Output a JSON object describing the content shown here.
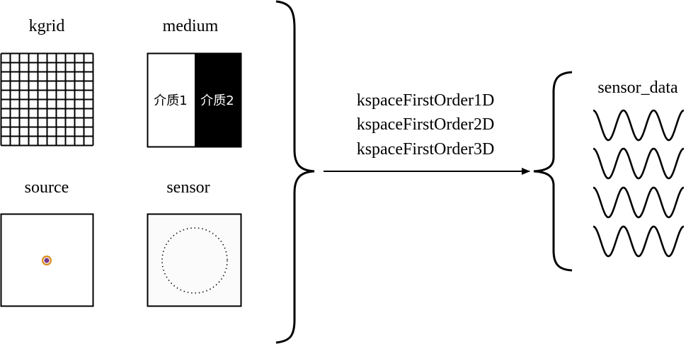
{
  "inputs": {
    "kgrid": {
      "label": "kgrid"
    },
    "medium": {
      "label": "medium",
      "left_label": "介质1",
      "right_label": "介质2"
    },
    "source": {
      "label": "source"
    },
    "sensor": {
      "label": "sensor"
    }
  },
  "functions": [
    "kspaceFirstOrder1D",
    "kspaceFirstOrder2D",
    "kspaceFirstOrder3D"
  ],
  "output": {
    "label": "sensor_data"
  },
  "colors": {
    "ink": "#000000",
    "background": "#ffffff",
    "source_ring": "#d98c1a",
    "source_core": "#7a3a8a"
  }
}
